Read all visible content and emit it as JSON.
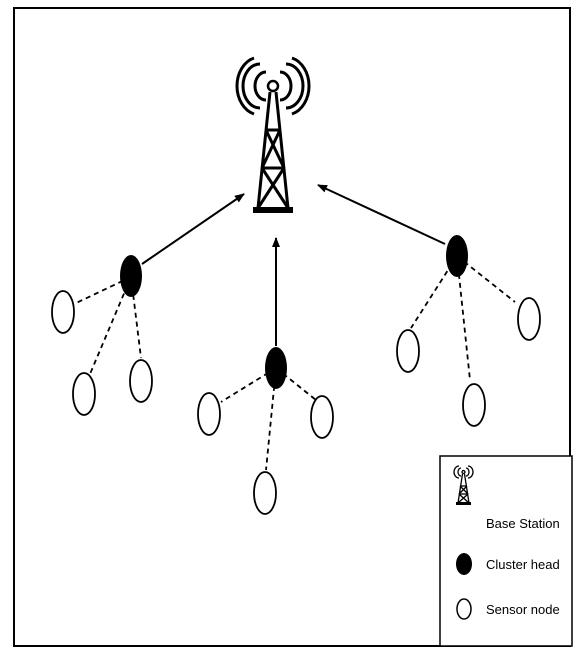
{
  "diagram": {
    "base_station": {
      "icon": "base-station-tower-icon"
    },
    "cluster_heads": [
      {
        "id": "cluster-head-left"
      },
      {
        "id": "cluster-head-center"
      },
      {
        "id": "cluster-head-right"
      }
    ],
    "sensor_nodes_per_cluster": [
      3,
      3,
      3
    ],
    "arrows": [
      {
        "from": "cluster-head-left",
        "to": "base-station"
      },
      {
        "from": "cluster-head-center",
        "to": "base-station"
      },
      {
        "from": "cluster-head-right",
        "to": "base-station"
      }
    ]
  },
  "legend": {
    "items": [
      {
        "icon": "base-station-icon",
        "label": "Base Station"
      },
      {
        "icon": "cluster-head-icon",
        "label": "Cluster head"
      },
      {
        "icon": "sensor-node-icon",
        "label": "Sensor node"
      }
    ]
  },
  "colors": {
    "stroke": "#000000",
    "background": "#ffffff",
    "cluster_head_fill": "#000000",
    "sensor_node_fill": "#ffffff"
  }
}
